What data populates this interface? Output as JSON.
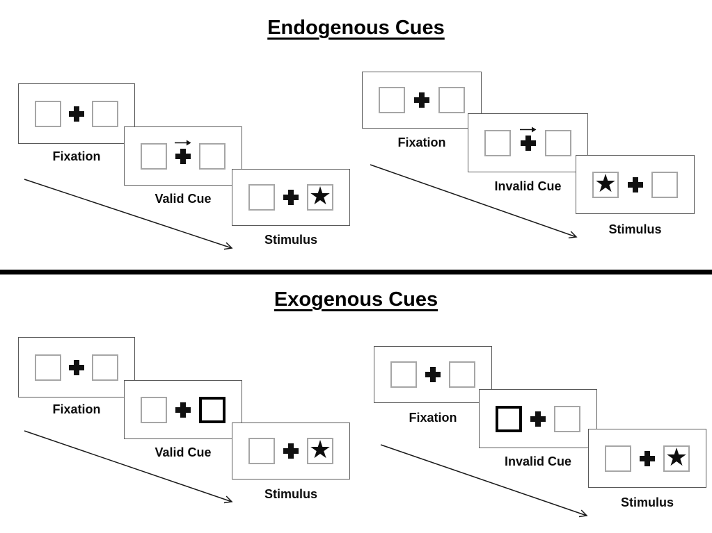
{
  "diagram": {
    "glyphs": {
      "star": "★"
    },
    "colors": {
      "background": "#ffffff",
      "panel_border": "#595959",
      "box_border": "#a6a6a6",
      "cue_box_border": "#000000",
      "ink": "#0d0d0d"
    },
    "sections": [
      {
        "title": "Endogenous Cues",
        "sequences": [
          {
            "condition": "valid",
            "cue_type": "central-arrow",
            "cue_direction": "right",
            "stimulus_side": "right",
            "panels": [
              {
                "label": "Fixation"
              },
              {
                "label": "Valid Cue"
              },
              {
                "label": "Stimulus"
              }
            ]
          },
          {
            "condition": "invalid",
            "cue_type": "central-arrow",
            "cue_direction": "right",
            "stimulus_side": "left",
            "panels": [
              {
                "label": "Fixation"
              },
              {
                "label": "Invalid Cue"
              },
              {
                "label": "Stimulus"
              }
            ]
          }
        ]
      },
      {
        "title": "Exogenous Cues",
        "sequences": [
          {
            "condition": "valid",
            "cue_type": "peripheral-box-highlight",
            "cue_side": "right",
            "stimulus_side": "right",
            "panels": [
              {
                "label": "Fixation"
              },
              {
                "label": "Valid Cue"
              },
              {
                "label": "Stimulus"
              }
            ]
          },
          {
            "condition": "invalid",
            "cue_type": "peripheral-box-highlight",
            "cue_side": "left",
            "stimulus_side": "right",
            "panels": [
              {
                "label": "Fixation"
              },
              {
                "label": "Invalid Cue"
              },
              {
                "label": "Stimulus"
              }
            ]
          }
        ]
      }
    ]
  }
}
